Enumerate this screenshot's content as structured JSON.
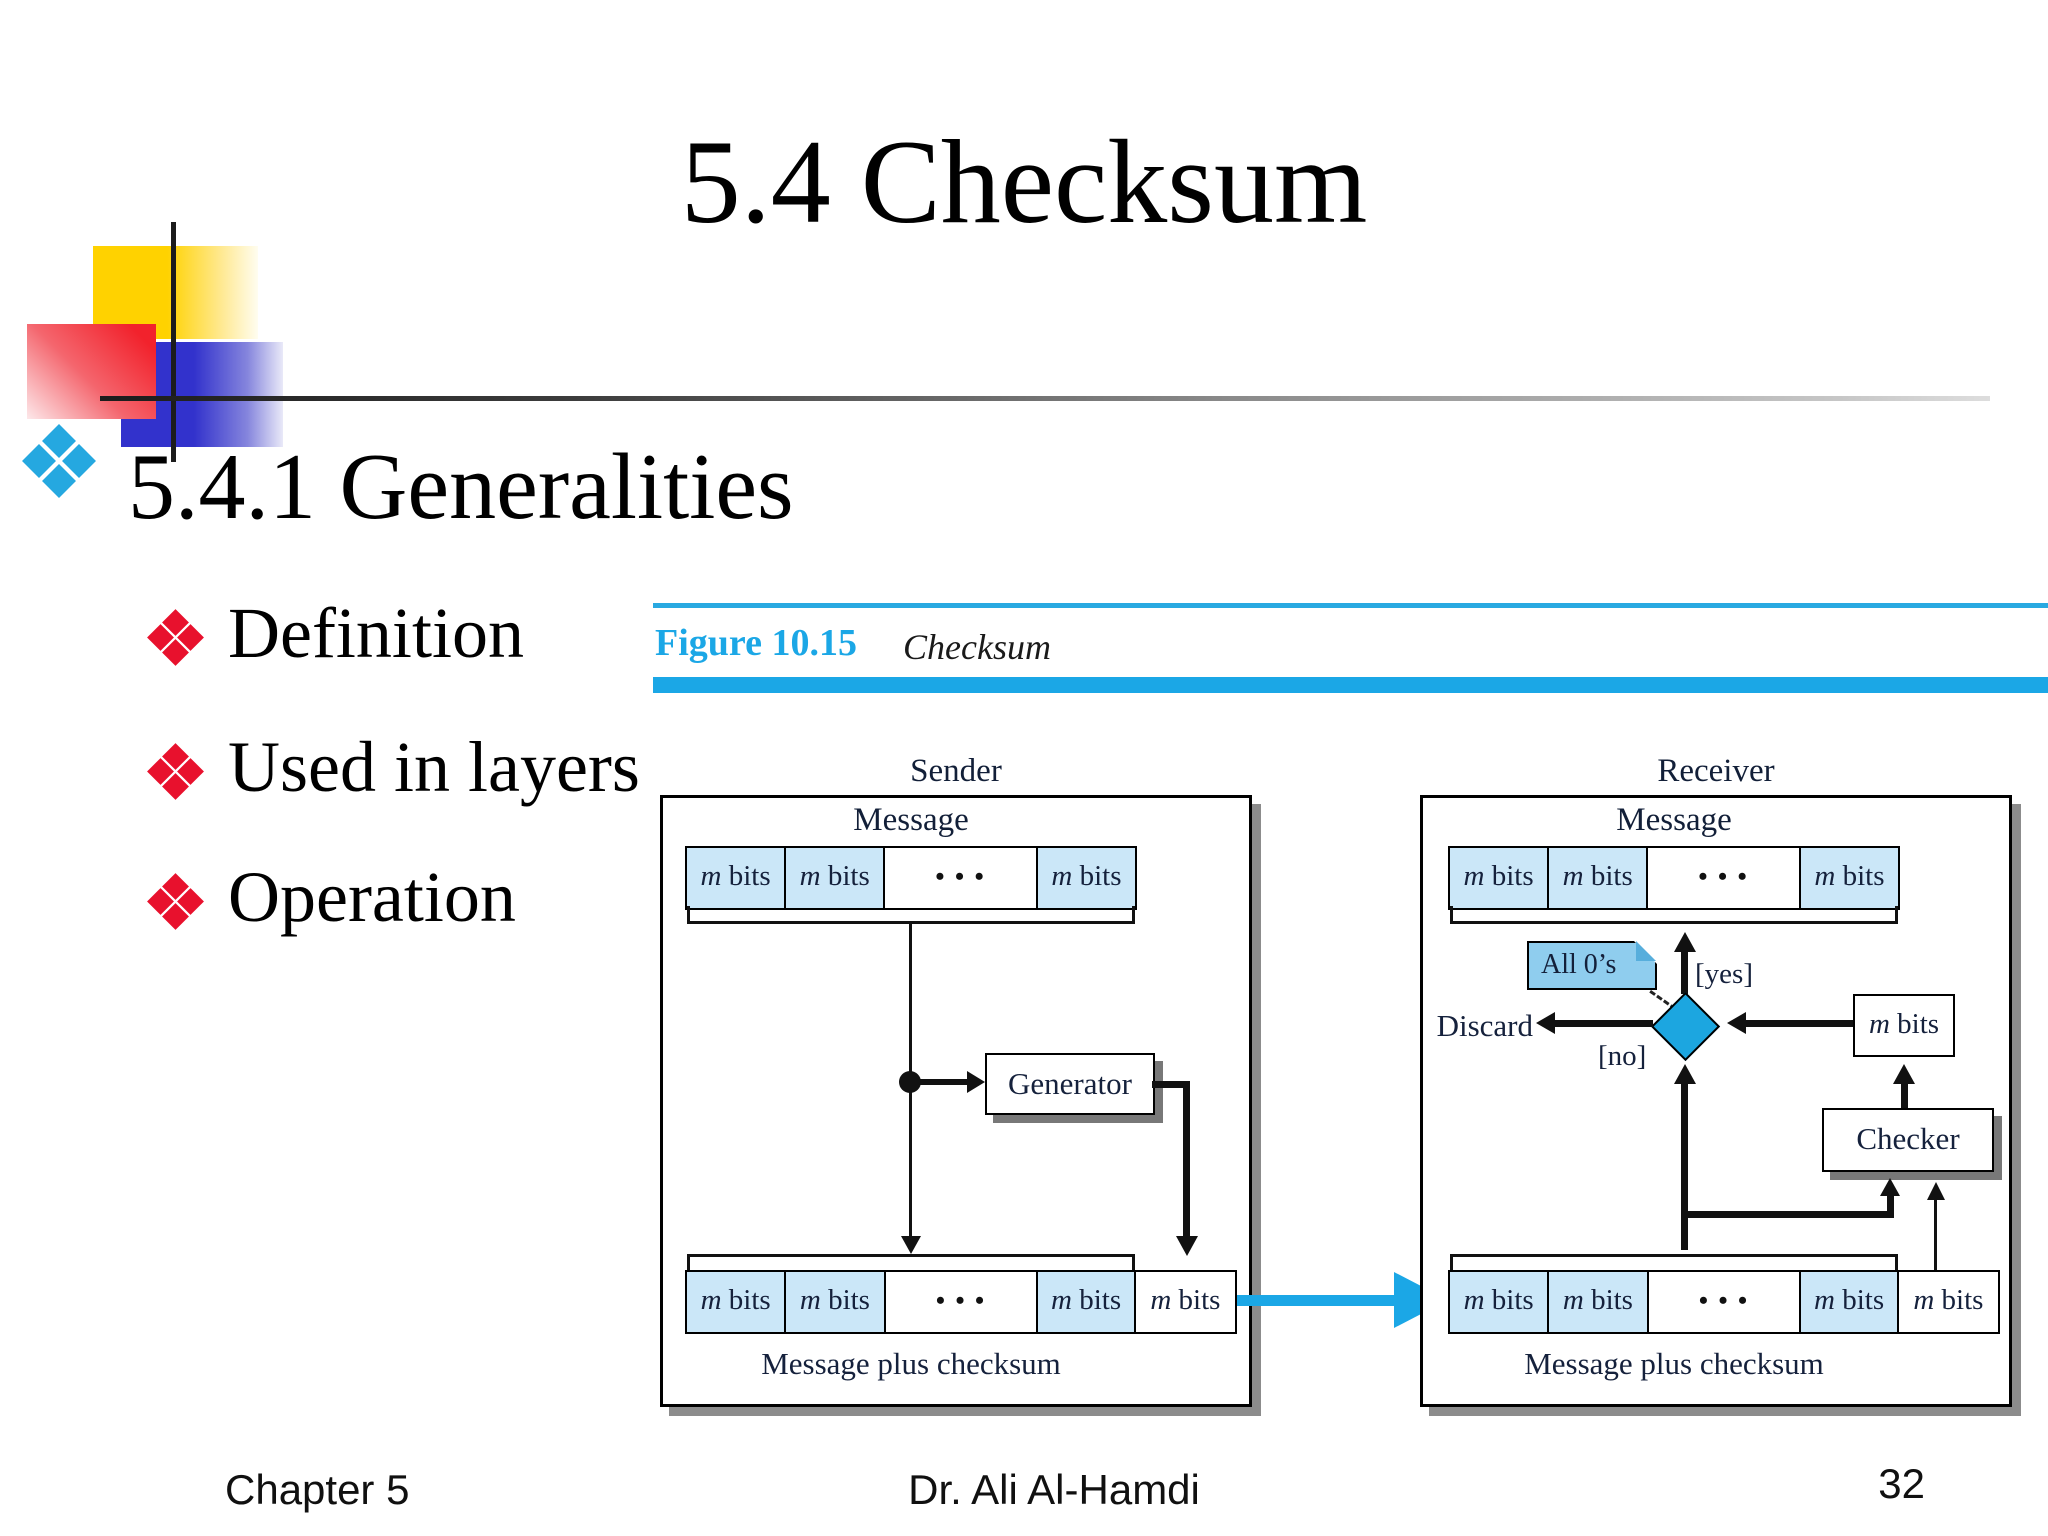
{
  "title": "5.4 Checksum",
  "bullets": {
    "l1": "5.4.1 Generalities",
    "l2": [
      "Definition",
      "Used in layers",
      "Operation"
    ]
  },
  "figure": {
    "label": "Figure 10.15",
    "caption": "Checksum"
  },
  "diagram": {
    "sender": {
      "title": "Sender",
      "message_label": "Message",
      "top_cells": [
        "m bits",
        "m bits",
        "• • •",
        "m bits"
      ],
      "generator_label": "Generator",
      "bottom_cells": [
        "m bits",
        "m bits",
        "• • •",
        "m bits",
        "m bits"
      ],
      "bottom_label": "Message plus checksum"
    },
    "receiver": {
      "title": "Receiver",
      "message_label": "Message",
      "top_cells": [
        "m bits",
        "m bits",
        "• • •",
        "m bits"
      ],
      "note_label": "All 0’s",
      "yes_label": "[yes]",
      "no_label": "[no]",
      "discard_label": "Discard",
      "mbits_box_label": "m bits",
      "checker_label": "Checker",
      "bottom_cells": [
        "m bits",
        "m bits",
        "• • •",
        "m bits",
        "m bits"
      ],
      "bottom_label": "Message plus checksum"
    }
  },
  "footer": {
    "chapter": "Chapter 5",
    "author": "Dr. Ali Al-Hamdi",
    "page": "32"
  },
  "colors": {
    "figure_blue": "#1BA7E6",
    "cell_blue": "#CBE7F8",
    "note_blue": "#8FCDEE",
    "diamond_blue": "#1CA6E0",
    "bullet_cyan": "#25A8E0",
    "bullet_red": "#E8112D"
  }
}
